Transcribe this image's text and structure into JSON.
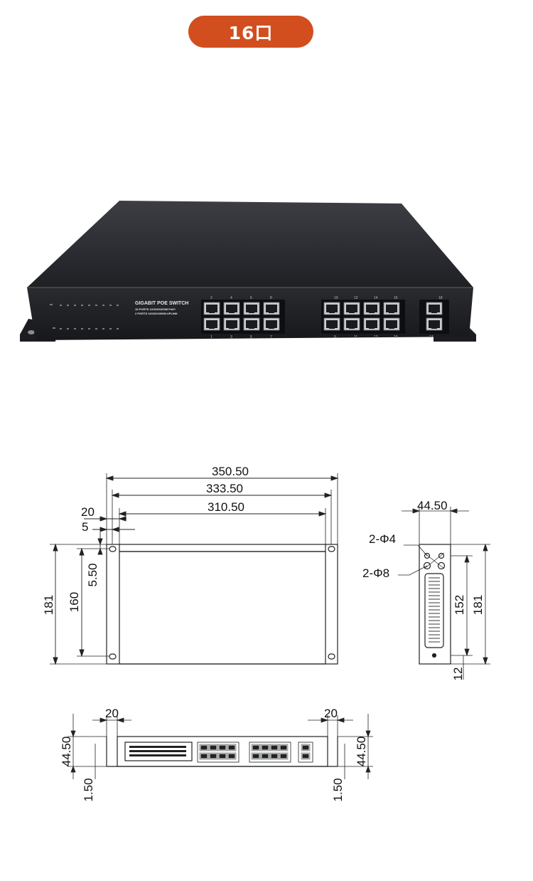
{
  "badge": {
    "text": "16口"
  },
  "device": {
    "title": "GIGABIT POE SWITCH",
    "line1": "16 PORTS 10/100/1000M PoE+",
    "line2": "2 PORTS 10/100/1000M UPLINK",
    "port_labels_top_left": [
      "2",
      "4",
      "6",
      "8"
    ],
    "port_labels_bottom_left": [
      "1",
      "3",
      "5",
      "7"
    ],
    "port_labels_top_right": [
      "10",
      "12",
      "14",
      "16"
    ],
    "port_labels_bottom_right": [
      "9",
      "11",
      "13",
      "15"
    ],
    "uplink_top": "18",
    "uplink_bottom": "17"
  },
  "front_view": {
    "width_overall": "350.50",
    "width_holes": "333.50",
    "width_body": "310.50",
    "ear_width": "20",
    "hole_offset": "5",
    "hole_offset_v": "5.50",
    "height_overall": "181",
    "height_holes": "160"
  },
  "side_view": {
    "depth": "44.50",
    "hole_small": "2-Φ4",
    "hole_large": "2-Φ8",
    "height_holes": "152",
    "height_overall": "181",
    "bottom_offset": "12"
  },
  "bottom_view": {
    "ear_left": "20",
    "ear_right": "20",
    "height_left": "44.50",
    "height_right": "44.50",
    "thickness_left": "1.50",
    "thickness_right": "1.50"
  }
}
